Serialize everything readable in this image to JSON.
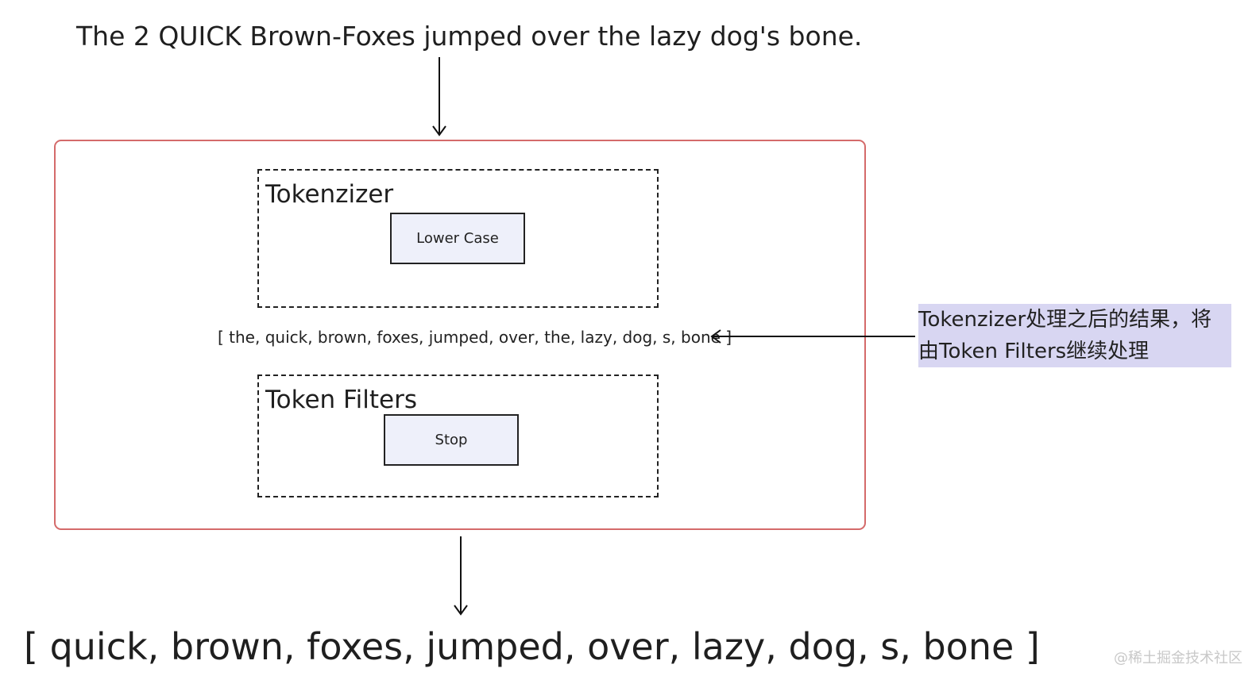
{
  "input_sentence": "The 2 QUICK Brown-Foxes jumped over the lazy dog's bone.",
  "tokenizer": {
    "title": "Tokenzizer",
    "component": "Lower Case"
  },
  "intermediate_tokens": "[ the, quick, brown, foxes, jumped, over, the, lazy, dog, s, bone ]",
  "note": {
    "line1": "Tokenzizer处理之后的结果，将",
    "line2": "由Token Filters继续处理"
  },
  "token_filters": {
    "title": "Token Filters",
    "component": "Stop"
  },
  "output_tokens": "[ quick, brown, foxes, jumped, over, lazy, dog, s, bone ]",
  "watermark": "@稀土掘金技术社区",
  "colors": {
    "analyzer_border": "#d46a6a",
    "component_fill": "#eef0fa",
    "note_highlight": "#d8d6f2"
  }
}
